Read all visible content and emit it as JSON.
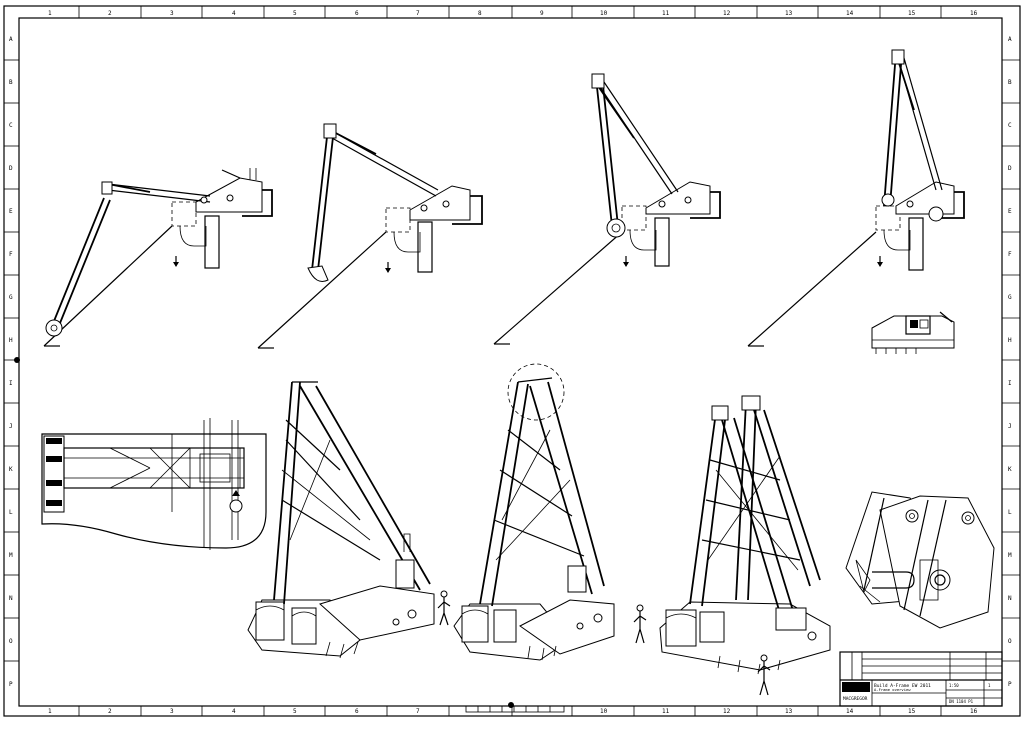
{
  "drawing": {
    "border_columns": [
      "1",
      "2",
      "3",
      "4",
      "5",
      "6",
      "7",
      "8",
      "9",
      "10",
      "11",
      "12",
      "13",
      "14",
      "15",
      "16"
    ],
    "border_rows": [
      "A",
      "B",
      "C",
      "D",
      "E",
      "F",
      "G",
      "H",
      "I",
      "J",
      "K",
      "L",
      "M",
      "N",
      "O",
      "P"
    ],
    "title_block": {
      "title": "Build A-Frame EW 2011",
      "subtitle": "A-Frame overview",
      "company": "MACGREGOR",
      "scale": "1:50",
      "sheet": "1",
      "drawing_no": "DN 1104 P1"
    }
  }
}
